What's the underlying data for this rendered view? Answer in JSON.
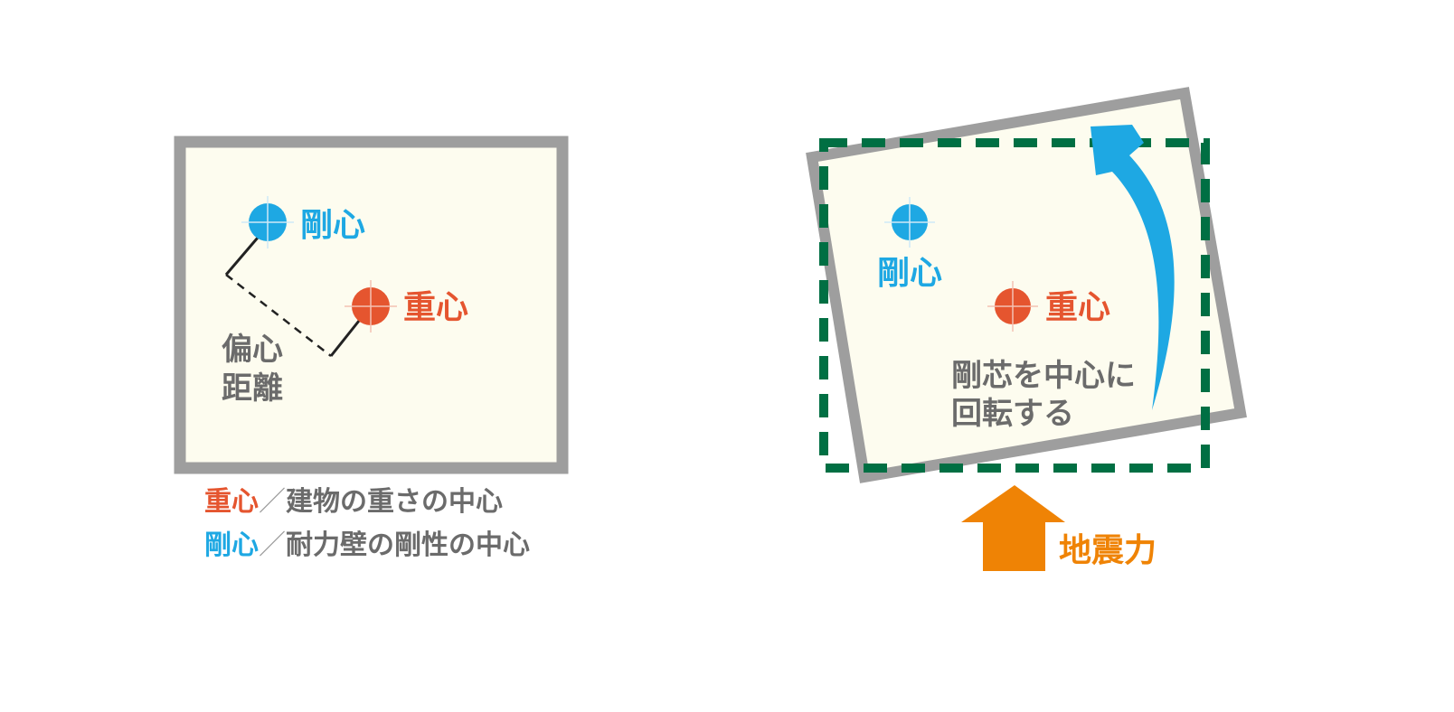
{
  "colors": {
    "stiffness": "#1ea8e3",
    "gravity": "#e5552f",
    "wall": "#9e9e9e",
    "floor": "#fdfcef",
    "dashed_frame": "#006f43",
    "force": "#ef8305",
    "text_gray": "#6b6b6b"
  },
  "left_panel": {
    "rigidity_center_label": "剛心",
    "gravity_center_label": "重心",
    "eccentric_distance_line1": "偏心",
    "eccentric_distance_line2": "距離"
  },
  "legend": {
    "gravity": {
      "key": "重心",
      "separator": "／",
      "description": "建物の重さの中心"
    },
    "rigidity": {
      "key": "剛心",
      "separator": "／",
      "description": "耐力壁の剛性の中心"
    }
  },
  "right_panel": {
    "rigidity_center_label": "剛心",
    "gravity_center_label": "重心",
    "rotation_note_line1": "剛芯を中心に",
    "rotation_note_line2": "回転する",
    "force_label": "地震力",
    "icons": [
      "rotation-arrow-icon",
      "force-arrow-icon"
    ]
  }
}
